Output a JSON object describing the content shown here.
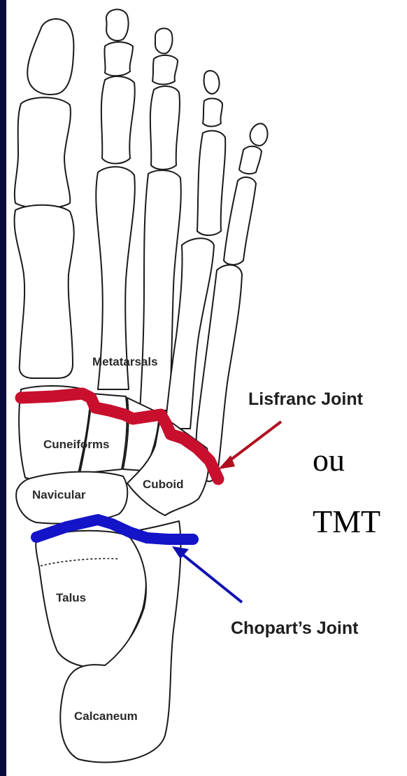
{
  "labels": {
    "metatarsals": "Metatarsals",
    "cuneiforms": "Cuneiforms",
    "navicular": "Navicular",
    "cuboid": "Cuboid",
    "talus": "Talus",
    "calcaneum": "Calcaneum",
    "lisfranc": "Lisfranc Joint",
    "chopart": "Chopart’s Joint",
    "ou": "ou",
    "tmt": "TMT"
  },
  "colors": {
    "background": "#0a0a3c",
    "panel": "#ffffff",
    "lisfranc_line": "#c8102e",
    "chopart_line": "#1414c8",
    "arrow_red": "#b01020",
    "arrow_blue": "#1010b0"
  }
}
